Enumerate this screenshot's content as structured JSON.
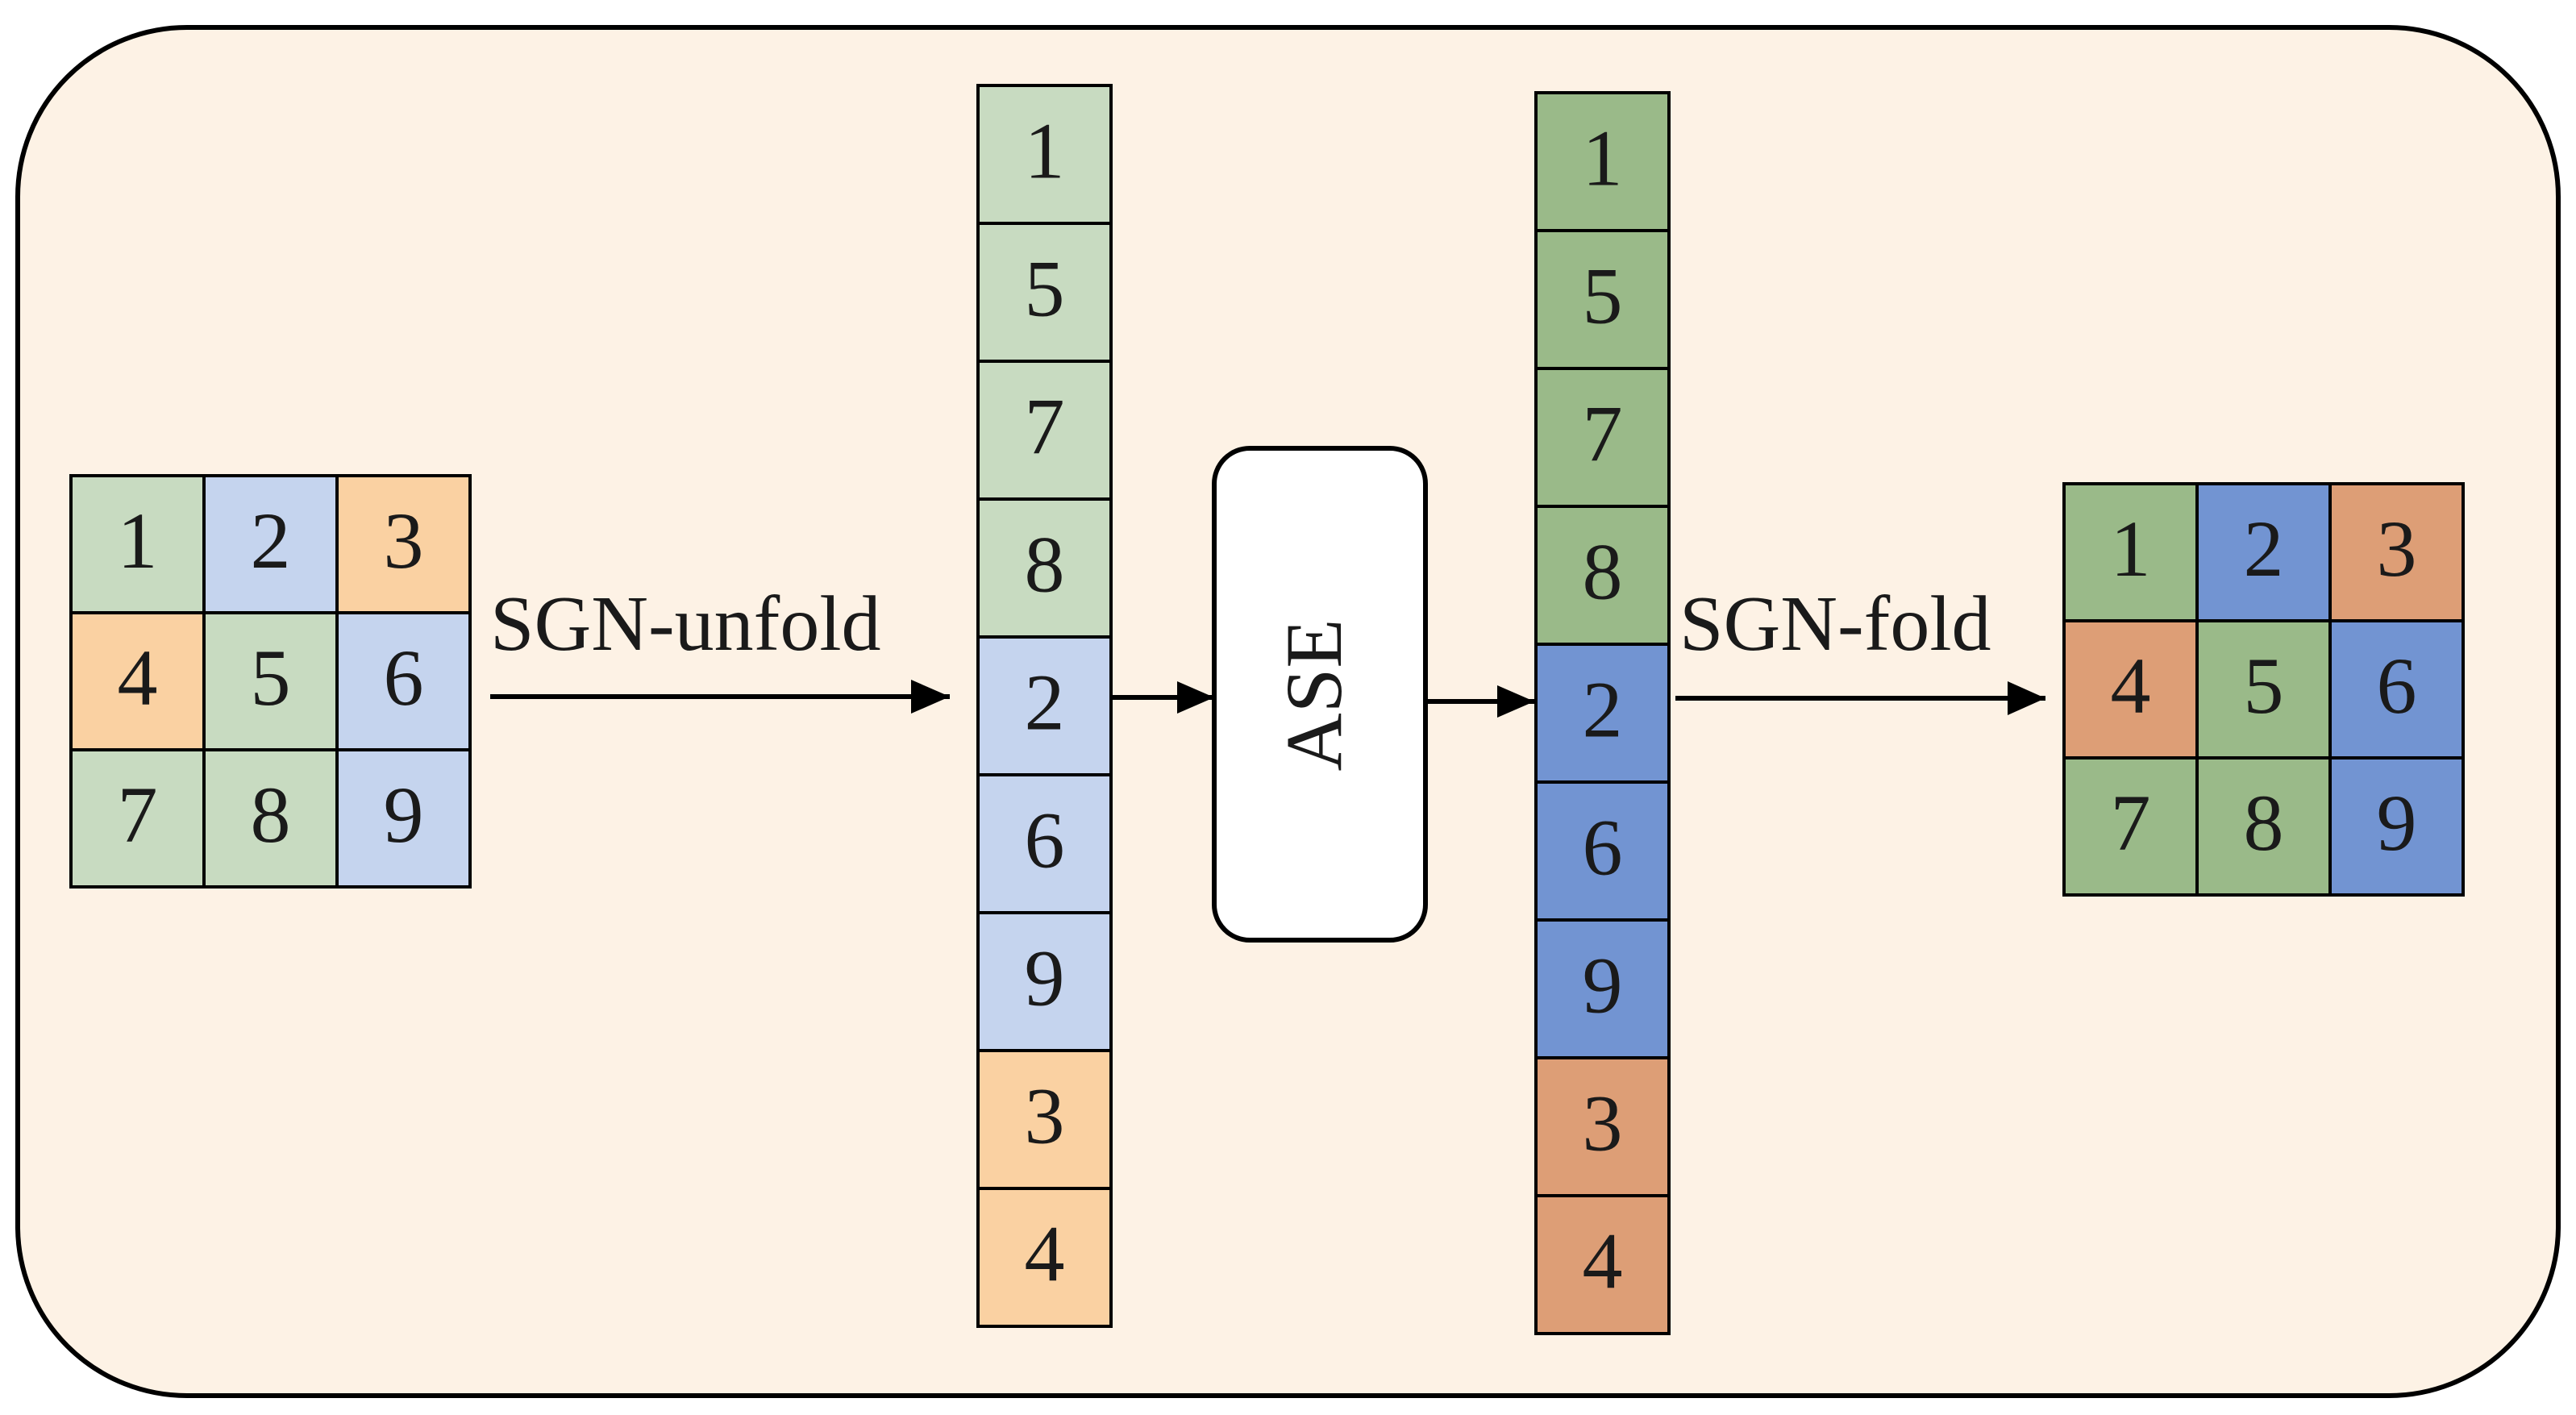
{
  "colors": {
    "panel_bg": "#fdf2e5",
    "light": {
      "green": "#c8dbc1",
      "blue": "#c5d4ee",
      "orange": "#fad1a2"
    },
    "dark": {
      "green": "#9aba89",
      "blue": "#7294d2",
      "orange": "#dd9e76"
    }
  },
  "input_grid": {
    "cells": [
      {
        "label": "1",
        "group": "green"
      },
      {
        "label": "2",
        "group": "blue"
      },
      {
        "label": "3",
        "group": "orange"
      },
      {
        "label": "4",
        "group": "orange"
      },
      {
        "label": "5",
        "group": "green"
      },
      {
        "label": "6",
        "group": "blue"
      },
      {
        "label": "7",
        "group": "green"
      },
      {
        "label": "8",
        "group": "green"
      },
      {
        "label": "9",
        "group": "blue"
      }
    ]
  },
  "unfold_label": "SGN-unfold",
  "unfolded_column": {
    "cells": [
      {
        "label": "1",
        "group": "green"
      },
      {
        "label": "5",
        "group": "green"
      },
      {
        "label": "7",
        "group": "green"
      },
      {
        "label": "8",
        "group": "green"
      },
      {
        "label": "2",
        "group": "blue"
      },
      {
        "label": "6",
        "group": "blue"
      },
      {
        "label": "9",
        "group": "blue"
      },
      {
        "label": "3",
        "group": "orange"
      },
      {
        "label": "4",
        "group": "orange"
      }
    ]
  },
  "ase_block": {
    "label": "ASE"
  },
  "processed_column": {
    "cells": [
      {
        "label": "1",
        "group": "green"
      },
      {
        "label": "5",
        "group": "green"
      },
      {
        "label": "7",
        "group": "green"
      },
      {
        "label": "8",
        "group": "green"
      },
      {
        "label": "2",
        "group": "blue"
      },
      {
        "label": "6",
        "group": "blue"
      },
      {
        "label": "9",
        "group": "blue"
      },
      {
        "label": "3",
        "group": "orange"
      },
      {
        "label": "4",
        "group": "orange"
      }
    ]
  },
  "fold_label": "SGN-fold",
  "output_grid": {
    "cells": [
      {
        "label": "1",
        "group": "green"
      },
      {
        "label": "2",
        "group": "blue"
      },
      {
        "label": "3",
        "group": "orange"
      },
      {
        "label": "4",
        "group": "orange"
      },
      {
        "label": "5",
        "group": "green"
      },
      {
        "label": "6",
        "group": "blue"
      },
      {
        "label": "7",
        "group": "green"
      },
      {
        "label": "8",
        "group": "green"
      },
      {
        "label": "9",
        "group": "blue"
      }
    ]
  }
}
